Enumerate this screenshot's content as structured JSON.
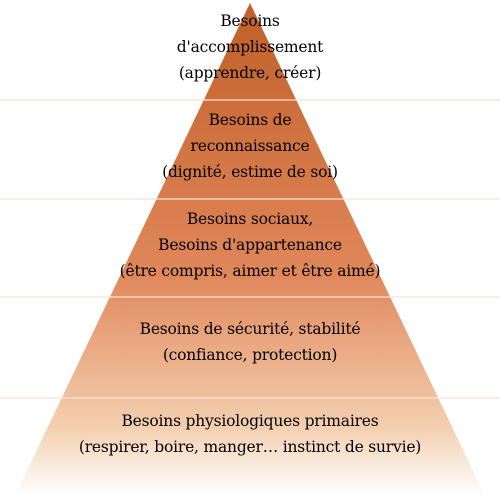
{
  "colors": {
    "apex": "#c06028",
    "mid": "#e0875b",
    "base": "#f3cfb0",
    "fade": "#ffffff",
    "divider": "#f6e2d2"
  },
  "pyramid": {
    "levels": [
      {
        "lines": [
          "Besoins",
          "d'accomplissement",
          "(apprendre, créer)"
        ]
      },
      {
        "lines": [
          "Besoins de",
          "reconnaissance",
          "(dignité, estime de soi)"
        ]
      },
      {
        "lines": [
          "Besoins sociaux,",
          "Besoins d'appartenance",
          "(être compris, aimer et être aimé)"
        ]
      },
      {
        "lines": [
          "Besoins de sécurité, stabilité",
          "(confiance, protection)"
        ]
      },
      {
        "lines": [
          "Besoins physiologiques primaires",
          "(respirer, boire, manger… instinct de survie)"
        ]
      }
    ]
  }
}
